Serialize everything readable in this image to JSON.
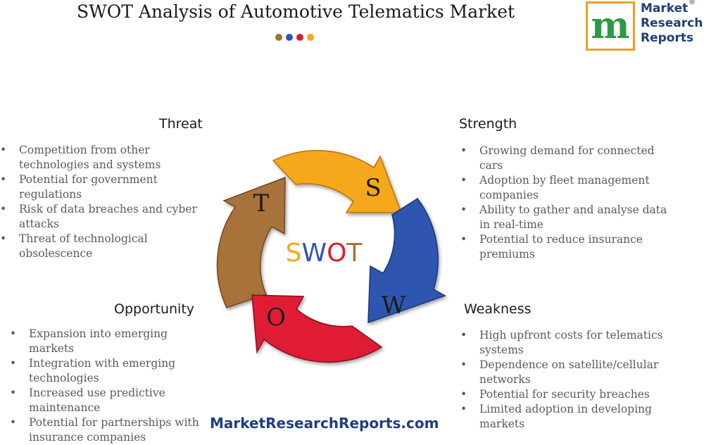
{
  "title": "SWOT Analysis of Automotive Telematics Market",
  "colors": {
    "strength": "#f5a81c",
    "weakness": "#2e56b0",
    "opportunity": "#e01a35",
    "threat": "#a8723a",
    "dot1": "#a2702e",
    "dot2": "#2e56b0",
    "dot3": "#e01a35",
    "dot4": "#f5a81c"
  },
  "logo": {
    "letter": "m",
    "line1": "Market",
    "line2": "Research",
    "line3": "Reports",
    "registered": "®"
  },
  "center": {
    "s": "S",
    "w": "W",
    "o": "O",
    "t": "T"
  },
  "arrows": {
    "strength": "S",
    "weakness": "W",
    "opportunity": "O",
    "threat": "T"
  },
  "quadrants": {
    "threat": {
      "heading": "Threat",
      "items": [
        "Competition from other technologies and systems",
        "Potential for government regulations",
        "Risk of data breaches and cyber attacks",
        "Threat of technological obsolescence"
      ]
    },
    "strength": {
      "heading": "Strength",
      "items": [
        "Growing demand for connected cars",
        "Adoption by fleet management companies",
        "Ability to gather and analyse data in real-time",
        "Potential to reduce insurance premiums"
      ]
    },
    "opportunity": {
      "heading": "Opportunity",
      "items": [
        "Expansion into emerging markets",
        "Integration with emerging technologies",
        "Increased use predictive maintenance",
        "Potential for partnerships with insurance companies"
      ]
    },
    "weakness": {
      "heading": "Weakness",
      "items": [
        "High upfront costs for telematics systems",
        "Dependence on satellite/cellular networks",
        "Potential for security breaches",
        "Limited adoption in developing markets"
      ]
    }
  },
  "footer": "MarketResearchReports.com"
}
